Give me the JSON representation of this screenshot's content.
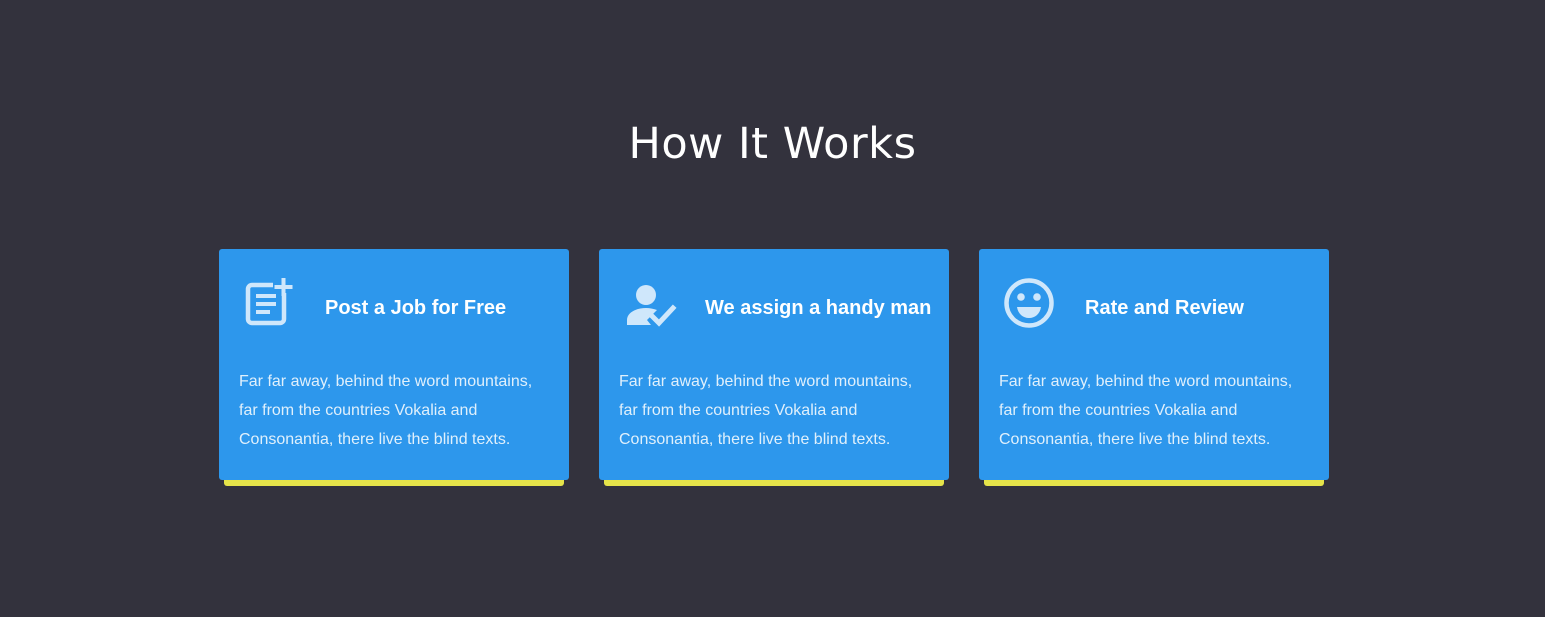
{
  "colors": {
    "background": "#33323d",
    "card": "#2d97ec",
    "accent": "#e6e44a",
    "icon": "#cfe7fb"
  },
  "section": {
    "title": "How It Works"
  },
  "cards": [
    {
      "icon": "post-job-icon",
      "title": "Post a Job for Free",
      "text": "Far far away, behind the word mountains, far from the countries Vokalia and Consonantia, there live the blind texts."
    },
    {
      "icon": "user-check-icon",
      "title": "We assign a handy man",
      "text": "Far far away, behind the word mountains, far from the countries Vokalia and Consonantia, there live the blind texts."
    },
    {
      "icon": "smiley-icon",
      "title": "Rate and Review",
      "text": "Far far away, behind the word mountains, far from the countries Vokalia and Consonantia, there live the blind texts."
    }
  ]
}
